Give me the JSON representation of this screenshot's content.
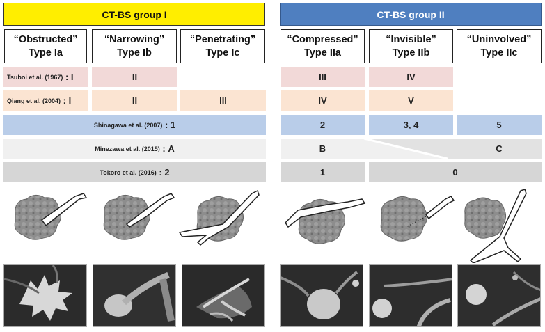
{
  "groups": {
    "g1": "CT-BS group I",
    "g2": "CT-BS group II"
  },
  "types": [
    {
      "q": "“Obstructed”",
      "t": "Type Ia"
    },
    {
      "q": "“Narrowing”",
      "t": "Type Ib"
    },
    {
      "q": "“Penetrating”",
      "t": "Type Ic"
    },
    {
      "q": "“Compressed”",
      "t": "Type IIa"
    },
    {
      "q": "“Invisible”",
      "t": "Type IIb"
    },
    {
      "q": "“Uninvolved”",
      "t": "Type IIc"
    }
  ],
  "rows": {
    "tsuboi": {
      "author": "Tsuboi et al. (1967)",
      "sep": " : ",
      "ia": "I",
      "ib": "II",
      "iia": "III",
      "iib": "IV"
    },
    "qiang": {
      "author": "Qiang et al. (2004)",
      "sep": " : ",
      "ia": "I",
      "ib": "II",
      "ic": "III",
      "iia": "IV",
      "iib": "V"
    },
    "shinagawa": {
      "author": "Shinagawa et al. (2007)",
      "sep": " : ",
      "i": "1",
      "iia": "2",
      "iib": "3, 4",
      "iic": "5"
    },
    "minezawa": {
      "author": "Minezawa et al. (2015)",
      "sep": " : ",
      "i": "A",
      "iia": "B",
      "iic": "C"
    },
    "tokoro": {
      "author": "Tokoro et al. (2016)",
      "sep": " : ",
      "i": "2",
      "iia": "1",
      "iib_iic": "0"
    }
  },
  "colors": {
    "group1": "#ffee00",
    "group2": "#4f7fc0",
    "pink": "#f2d9d8",
    "peach": "#fbe4d2",
    "blue": "#b9cde9",
    "light_gray": "#f0f0f0",
    "mid_gray": "#d6d6d6"
  },
  "icons": [
    "tumor-bronchus-obstructed-icon",
    "tumor-bronchus-narrowing-icon",
    "tumor-bronchus-penetrating-icon",
    "tumor-bronchus-compressed-icon",
    "tumor-bronchus-invisible-icon",
    "tumor-bronchus-uninvolved-icon"
  ]
}
